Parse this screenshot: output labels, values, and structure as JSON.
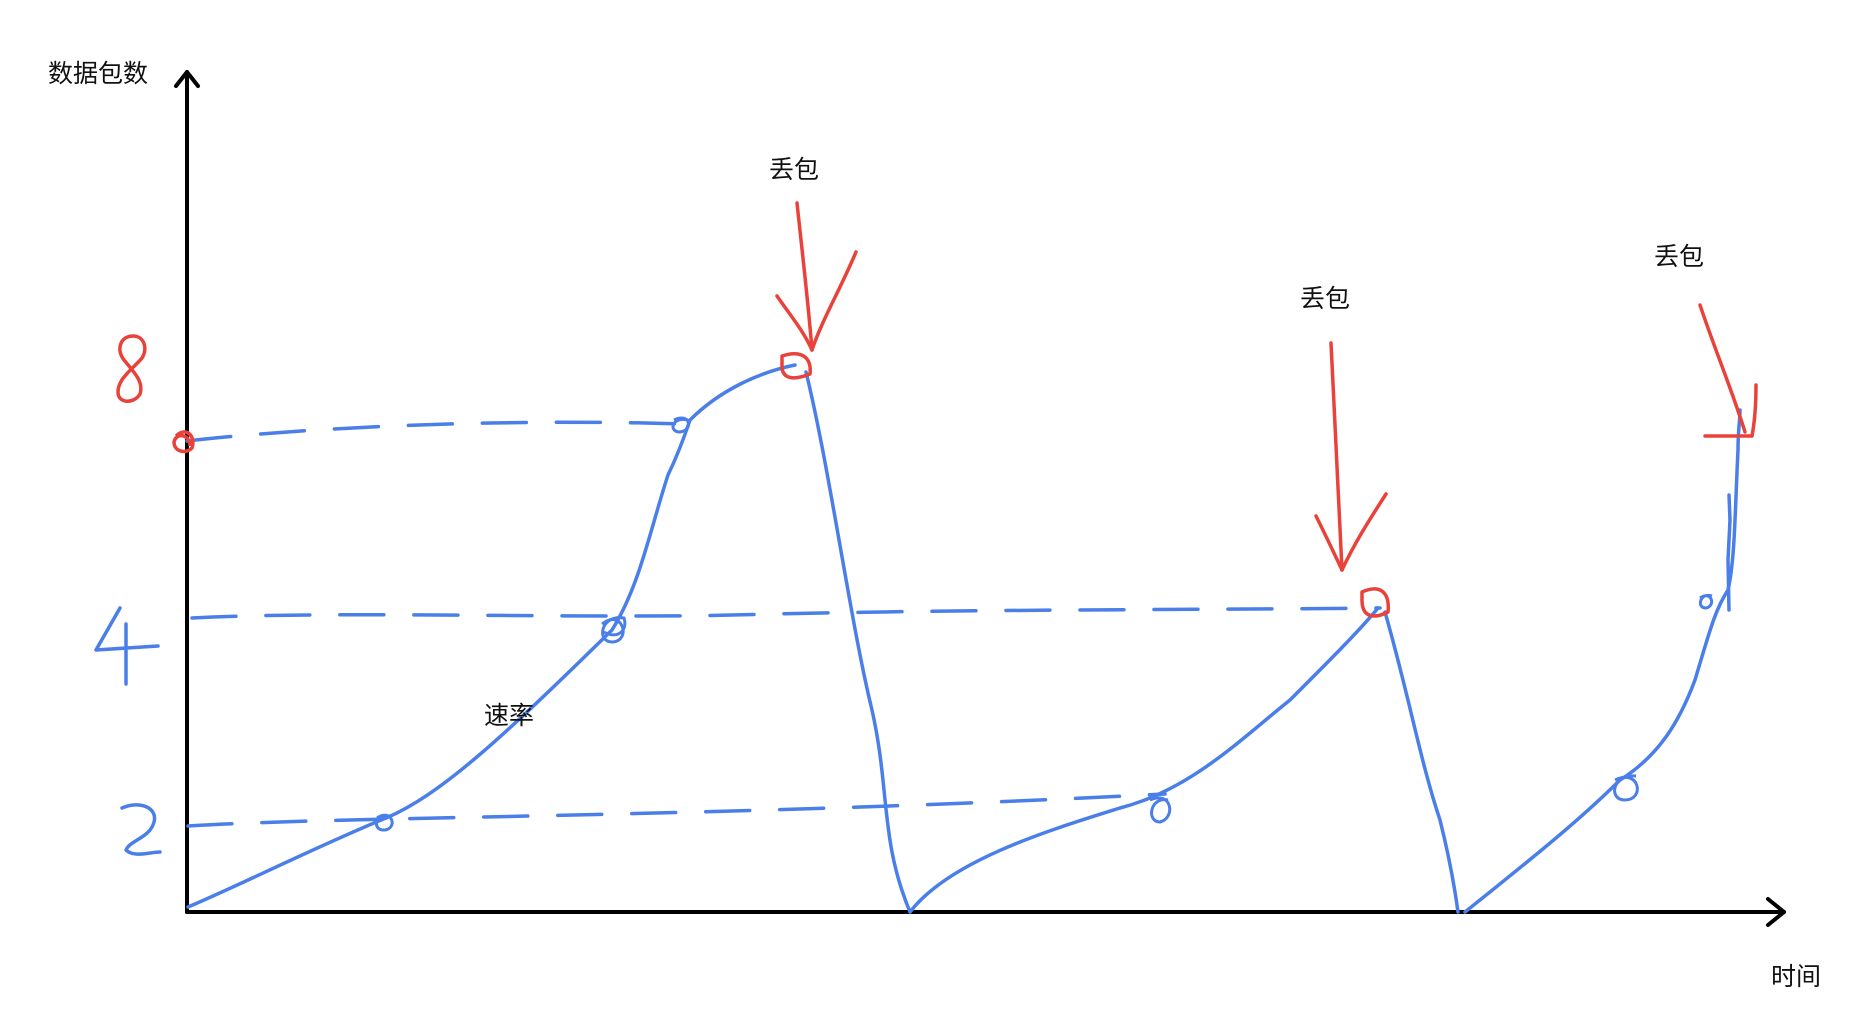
{
  "axes": {
    "y_label": "数据包数",
    "x_label": "时间",
    "y_tick_labels": [
      "8",
      "4",
      "2"
    ]
  },
  "annotations": {
    "rate": "速率",
    "loss_label": "丢包"
  },
  "colors": {
    "axis": "#000000",
    "curve": "#4a7ee8",
    "loss": "#e8423a",
    "text": "#111111"
  }
}
